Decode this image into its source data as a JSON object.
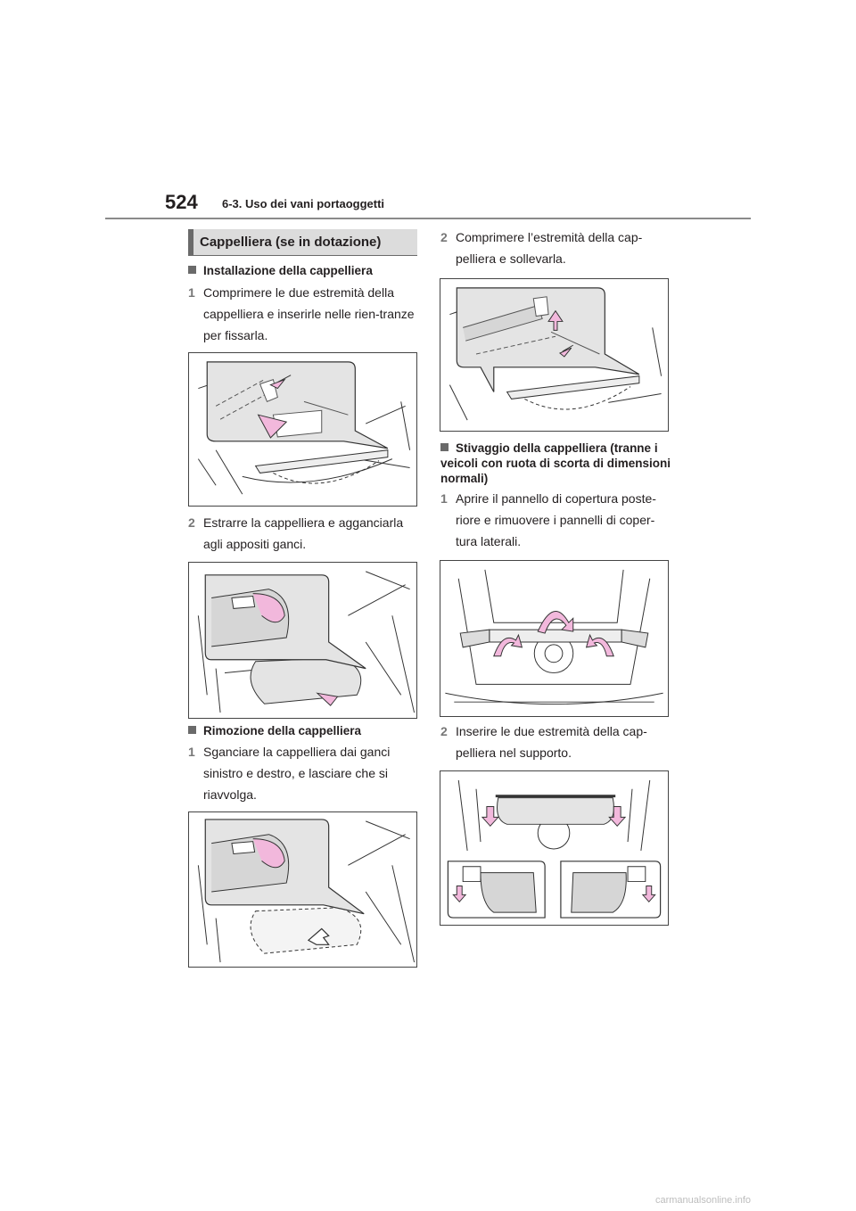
{
  "header": {
    "page_number": "524",
    "section": "6-3. Uso dei vani portaoggetti"
  },
  "heading": "Cappelliera (se in dotazione)",
  "installation": {
    "title": "Installazione della cappelliera",
    "step1_num": "1",
    "step1": "Comprimere le due estremità della cappelliera e inserirle nelle rien-tranze per fissarla.",
    "step2_num": "2",
    "step2": "Estrarre la cappelliera e agganciarla agli appositi ganci."
  },
  "removal": {
    "title": "Rimozione della cappelliera",
    "step1_num": "1",
    "step1": "Sganciare la cappelliera dai ganci sinistro e destro, e lasciare che si riavvolga.",
    "step2_num": "2",
    "step2": "Comprimere l’estremità della cap-pelliera e sollevarla."
  },
  "storage": {
    "title": "Stivaggio della cappelliera (tranne i veicoli con ruota di scorta di dimensioni normali)",
    "step1_num": "1",
    "step1": "Aprire il pannello di copertura poste-riore e rimuovere i pannelli di coper-tura laterali.",
    "step2_num": "2",
    "step2": "Inserire le due estremità della cap-pelliera nel supporto."
  },
  "footer": "carmanualsonline.info",
  "colors": {
    "arrow_fill": "#f2b8dc",
    "callout_fill": "#e4e4e4",
    "heading_bg": "#dcdcdc"
  }
}
